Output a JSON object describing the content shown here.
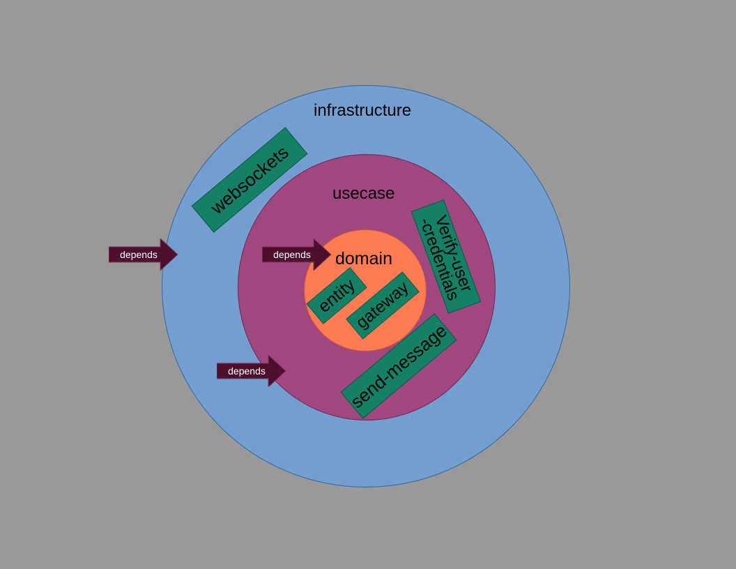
{
  "layers": {
    "infrastructure": {
      "label": "infrastructure",
      "color": "#729fcf"
    },
    "usecase": {
      "label": "usecase",
      "color": "#a1467e"
    },
    "domain": {
      "label": "domain",
      "color": "#ff7b52"
    }
  },
  "modules": {
    "websockets": "websockets",
    "verify_user_credentials": "Verify-user\n-credentials",
    "send_message": "send-message",
    "entity": "entity",
    "gateway": "gateway",
    "color": "#148066"
  },
  "arrows": [
    {
      "label": "depends"
    },
    {
      "label": "depends"
    },
    {
      "label": "depends"
    }
  ],
  "arrow_color": "#4e0f2e",
  "background": "#999999"
}
